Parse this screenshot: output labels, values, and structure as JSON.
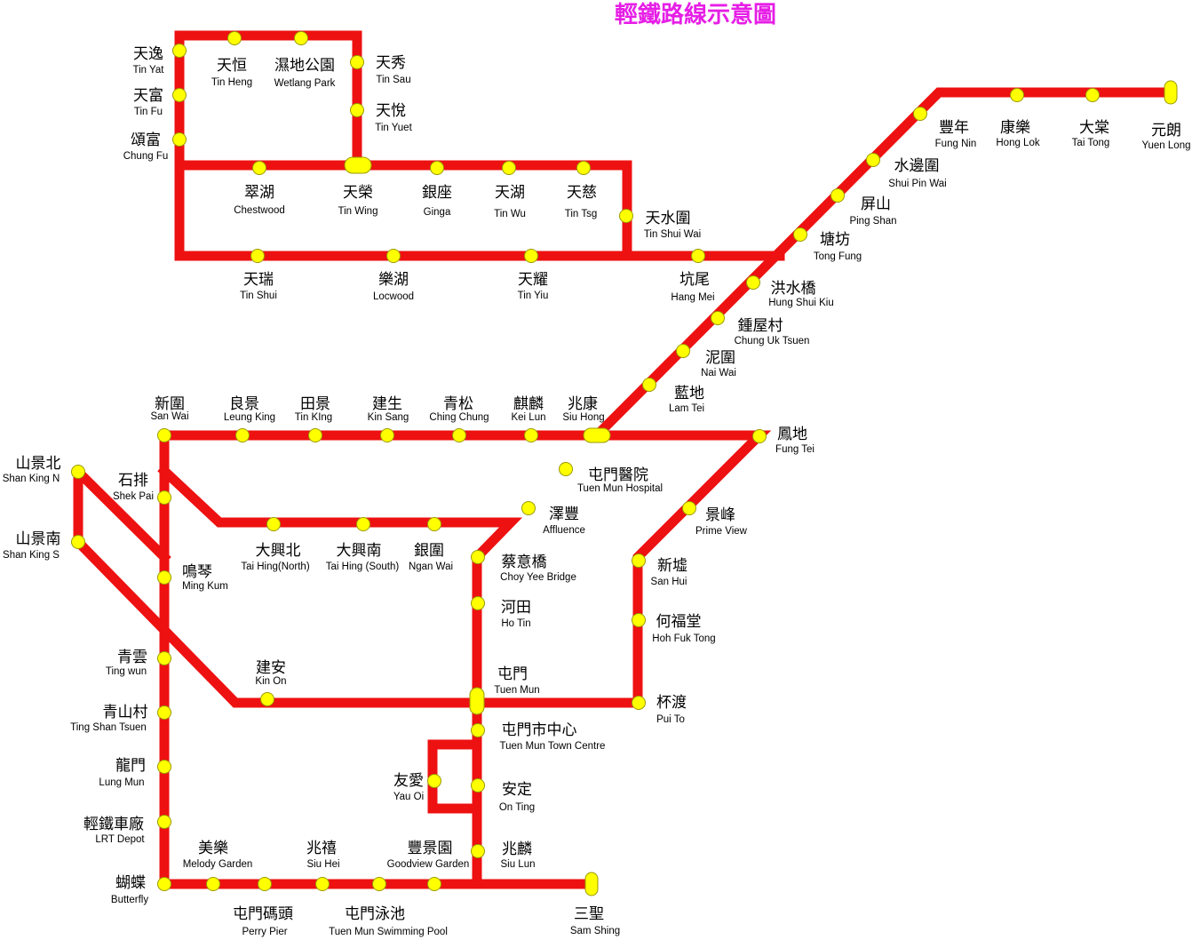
{
  "title": "輕鐵路線示意圖",
  "colors": {
    "line": "#ee1111",
    "station_fill": "#ffff00",
    "station_stroke": "#999900",
    "title": "#e61ee6"
  },
  "stations": [
    {
      "id": "tin-yat",
      "zh": "天逸",
      "en": "Tin Yat"
    },
    {
      "id": "tin-fu",
      "zh": "天富",
      "en": "Tin Fu"
    },
    {
      "id": "chung-fu",
      "zh": "頌富",
      "en": "Chung Fu"
    },
    {
      "id": "tin-heng",
      "zh": "天恒",
      "en": "Tin Heng"
    },
    {
      "id": "wetland-park",
      "zh": "濕地公園",
      "en": "Wetlang Park"
    },
    {
      "id": "tin-sau",
      "zh": "天秀",
      "en": "Tin Sau"
    },
    {
      "id": "tin-yuet",
      "zh": "天悅",
      "en": "Tin Yuet"
    },
    {
      "id": "chestwood",
      "zh": "翠湖",
      "en": "Chestwood"
    },
    {
      "id": "tin-wing",
      "zh": "天榮",
      "en": "Tin Wing"
    },
    {
      "id": "ginga",
      "zh": "銀座",
      "en": "Ginga"
    },
    {
      "id": "tin-wu",
      "zh": "天湖",
      "en": "Tin Wu"
    },
    {
      "id": "tin-tsz",
      "zh": "天慈",
      "en": "Tin Tsg"
    },
    {
      "id": "tin-shui-wai",
      "zh": "天水圍",
      "en": "Tin Shui Wai"
    },
    {
      "id": "tin-shui",
      "zh": "天瑞",
      "en": "Tin Shui"
    },
    {
      "id": "locwood",
      "zh": "樂湖",
      "en": "Locwood"
    },
    {
      "id": "tin-yiu",
      "zh": "天耀",
      "en": "Tin Yiu"
    },
    {
      "id": "hang-mei",
      "zh": "坑尾",
      "en": "Hang Mei"
    },
    {
      "id": "fung-nin",
      "zh": "豐年",
      "en": "Fung Nin"
    },
    {
      "id": "hong-lok",
      "zh": "康樂",
      "en": "Hong Lok"
    },
    {
      "id": "tai-tong",
      "zh": "大棠",
      "en": "Tai Tong"
    },
    {
      "id": "yuen-long",
      "zh": "元朗",
      "en": "Yuen Long"
    },
    {
      "id": "shui-pin-wai",
      "zh": "水邊圍",
      "en": "Shui Pin Wai"
    },
    {
      "id": "ping-shan",
      "zh": "屏山",
      "en": "Ping Shan"
    },
    {
      "id": "tong-fung",
      "zh": "塘坊",
      "en": "Tong Fung"
    },
    {
      "id": "hung-shui-kiu",
      "zh": "洪水橋",
      "en": "Hung Shui Kiu"
    },
    {
      "id": "chung-uk-tsuen",
      "zh": "鍾屋村",
      "en": "Chung Uk Tsuen"
    },
    {
      "id": "nai-wai",
      "zh": "泥圍",
      "en": "Nai Wai"
    },
    {
      "id": "lam-tei",
      "zh": "藍地",
      "en": "Lam Tei"
    },
    {
      "id": "san-wai",
      "zh": "新圍",
      "en": "San Wai"
    },
    {
      "id": "leung-king",
      "zh": "良景",
      "en": "Leung King"
    },
    {
      "id": "tin-king",
      "zh": "田景",
      "en": "Tin KIng"
    },
    {
      "id": "kin-sang",
      "zh": "建生",
      "en": "Kin Sang"
    },
    {
      "id": "ching-chung",
      "zh": "青松",
      "en": "Ching Chung"
    },
    {
      "id": "kei-lun",
      "zh": "麒麟",
      "en": "Kei Lun"
    },
    {
      "id": "siu-hong",
      "zh": "兆康",
      "en": "Siu Hong"
    },
    {
      "id": "fung-tei",
      "zh": "鳳地",
      "en": "Fung Tei"
    },
    {
      "id": "shan-king-n",
      "zh": "山景北",
      "en": "Shan King N"
    },
    {
      "id": "shan-king-s",
      "zh": "山景南",
      "en": "Shan King S"
    },
    {
      "id": "shek-pai",
      "zh": "石排",
      "en": "Shek Pai"
    },
    {
      "id": "ming-kum",
      "zh": "鳴琴",
      "en": "Ming Kum"
    },
    {
      "id": "tuen-mun-hospital",
      "zh": "屯門醫院",
      "en": "Tuen Mun Hospital"
    },
    {
      "id": "affluence",
      "zh": "澤豐",
      "en": "Affluence"
    },
    {
      "id": "tai-hing-north",
      "zh": "大興北",
      "en": "Tai Hing(North)"
    },
    {
      "id": "tai-hing-south",
      "zh": "大興南",
      "en": "Tai Hing (South)"
    },
    {
      "id": "ngan-wai",
      "zh": "銀圍",
      "en": "Ngan Wai"
    },
    {
      "id": "choy-yee-bridge",
      "zh": "蔡意橋",
      "en": "Choy Yee Bridge"
    },
    {
      "id": "prime-view",
      "zh": "景峰",
      "en": "Prime View"
    },
    {
      "id": "san-hui",
      "zh": "新墟",
      "en": "San Hui"
    },
    {
      "id": "hoh-fuk-tong",
      "zh": "何福堂",
      "en": "Hoh Fuk Tong"
    },
    {
      "id": "ho-tin",
      "zh": "河田",
      "en": "Ho Tin"
    },
    {
      "id": "ting-wun",
      "zh": "青雲",
      "en": "Ting wun"
    },
    {
      "id": "kin-on",
      "zh": "建安",
      "en": "Kin On"
    },
    {
      "id": "tuen-mun",
      "zh": "屯門",
      "en": "Tuen Mun"
    },
    {
      "id": "pui-to",
      "zh": "杯渡",
      "en": "Pui To"
    },
    {
      "id": "ting-shan-tsuen",
      "zh": "青山村",
      "en": "Ting Shan Tsuen"
    },
    {
      "id": "tuen-mun-town-centre",
      "zh": "屯門市中心",
      "en": "Tuen Mun Town Centre"
    },
    {
      "id": "lung-mun",
      "zh": "龍門",
      "en": "Lung Mun"
    },
    {
      "id": "yau-oi",
      "zh": "友愛",
      "en": "Yau Oi"
    },
    {
      "id": "on-ting",
      "zh": "安定",
      "en": "On Ting"
    },
    {
      "id": "lrt-depot",
      "zh": "輕鐵車廠",
      "en": "LRT Depot"
    },
    {
      "id": "melody-garden",
      "zh": "美樂",
      "en": "Melody Garden"
    },
    {
      "id": "siu-hei",
      "zh": "兆禧",
      "en": "Siu Hei"
    },
    {
      "id": "goodview-garden",
      "zh": "豐景園",
      "en": "Goodview Garden"
    },
    {
      "id": "siu-lun",
      "zh": "兆麟",
      "en": "Siu Lun"
    },
    {
      "id": "butterfly",
      "zh": "蝴蝶",
      "en": "Butterfly"
    },
    {
      "id": "perry-pier",
      "zh": "屯門碼頭",
      "en": "Perry Pier"
    },
    {
      "id": "tuen-mun-swimming-pool",
      "zh": "屯門泳池",
      "en": "Tuen Mun Swimming Pool"
    },
    {
      "id": "sam-shing",
      "zh": "三聖",
      "en": "Sam Shing"
    }
  ]
}
